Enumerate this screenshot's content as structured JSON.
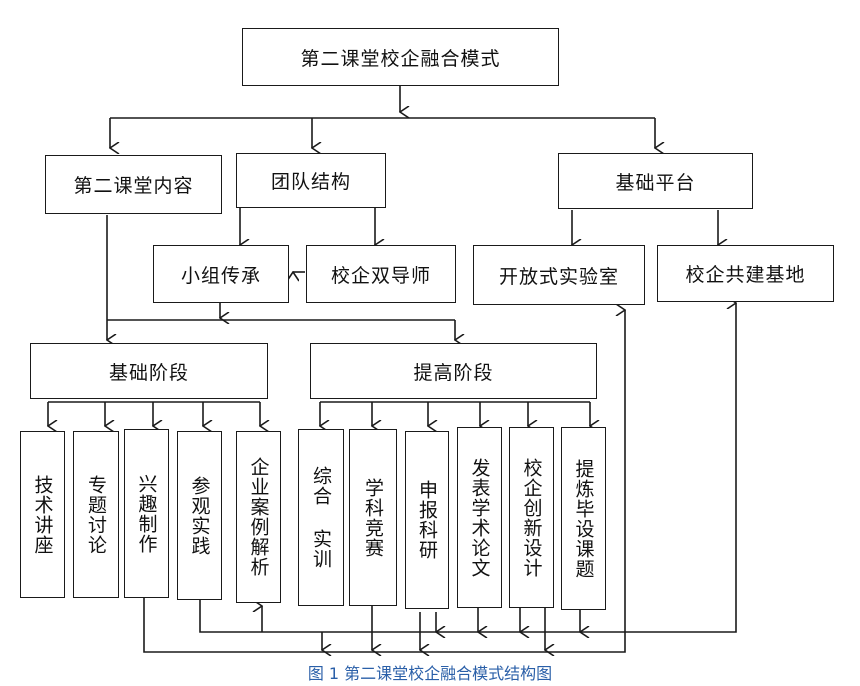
{
  "diagram": {
    "root": "第二课堂校企融合模式",
    "level1": {
      "content": "第二课堂内容",
      "team": "团队结构",
      "platform": "基础平台"
    },
    "team_children": {
      "inheritance": "小组传承",
      "dual_mentor": "校企双导师"
    },
    "platform_children": {
      "open_lab": "开放式实验室",
      "co_base": "校企共建基地"
    },
    "stages": {
      "basic": "基础阶段",
      "advanced": "提高阶段"
    },
    "basic_items": [
      "技术讲座",
      "专题讨论",
      "兴趣制作",
      "参观实践",
      "企业案例解析"
    ],
    "advanced_items": [
      "综合 实训",
      "学科竞赛",
      "申报科研",
      "发表学术论文",
      "校企创新设计",
      "提炼毕设课题"
    ]
  },
  "caption": "图 1  第二课堂校企融合模式结构图",
  "colors": {
    "line": "#1a1a1a",
    "caption": "#2a5fa8"
  }
}
